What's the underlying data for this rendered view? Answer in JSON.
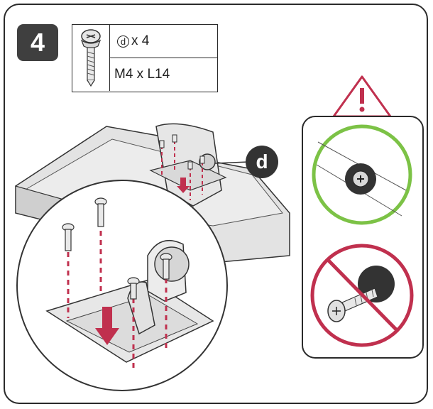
{
  "step": {
    "number": "4"
  },
  "parts": {
    "callout": "d",
    "quantity": "x 4",
    "spec": "M4 x L14"
  },
  "callout_label": "d",
  "colors": {
    "dashed_line": "#c0304e",
    "correct_ring": "#7cc246",
    "incorrect_ring": "#c0304e",
    "badge": "#3f3f3f"
  },
  "icons": [
    "screw-icon",
    "warning-icon",
    "correct-icon",
    "prohibited-icon",
    "arrow-down-icon"
  ]
}
